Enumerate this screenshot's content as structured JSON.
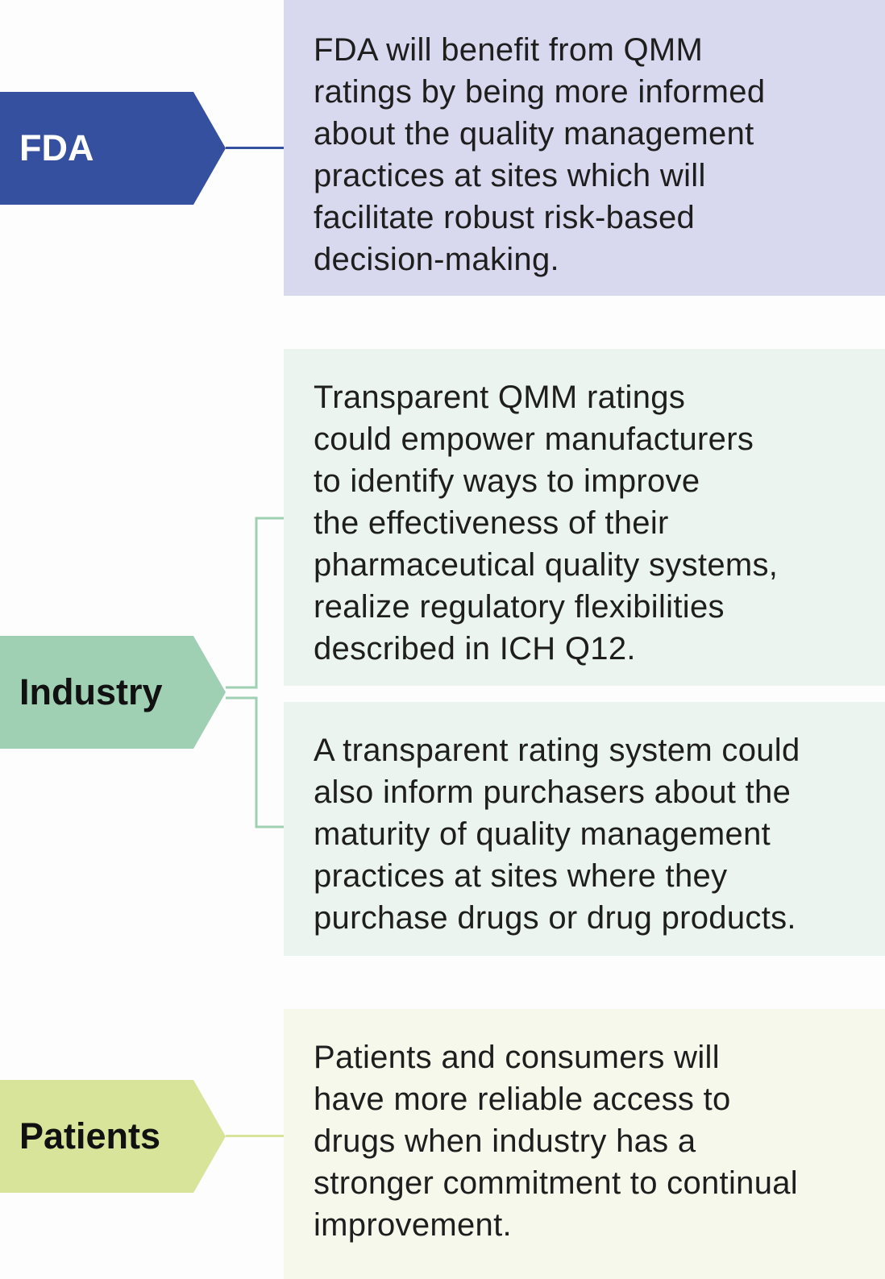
{
  "colors": {
    "fda_tag": "#34509f",
    "fda_box": "#d8d8ee",
    "fda_line": "#34509f",
    "industry_tag": "#9fd0b4",
    "industry_box": "#ebf4ee",
    "industry_line": "#9fd0b4",
    "patients_tag": "#d8e499",
    "patients_box": "#f5f8eb",
    "patients_line": "#d8e499"
  },
  "fda": {
    "label": "FDA",
    "text": "FDA will benefit from QMM\nratings by being more informed\nabout the quality management\npractices at sites which will\nfacilitate robust risk-based\ndecision-making."
  },
  "industry": {
    "label": "Industry",
    "text_1": "Transparent QMM ratings\ncould empower manufacturers\nto identify ways to improve\nthe effectiveness of their\npharmaceutical quality systems,\nrealize regulatory flexibilities\ndescribed in ICH Q12.",
    "text_2": "A transparent rating system could\nalso inform purchasers about the\nmaturity of quality management\npractices at sites where they\npurchase drugs or drug products."
  },
  "patients": {
    "label": "Patients",
    "text": "Patients and consumers will\nhave more reliable access to\ndrugs when industry has a\nstronger commitment to continual\nimprovement."
  }
}
